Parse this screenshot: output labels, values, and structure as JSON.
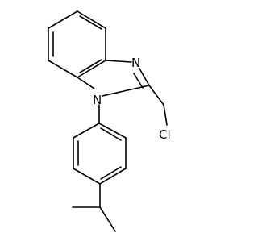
{
  "molecule": {
    "atoms": {
      "n_imidazole": "N",
      "n_substituted": "N",
      "chloro": "Cl"
    },
    "colors": {
      "bond": "#000000",
      "label": "#000000",
      "background": "#ffffff"
    }
  }
}
